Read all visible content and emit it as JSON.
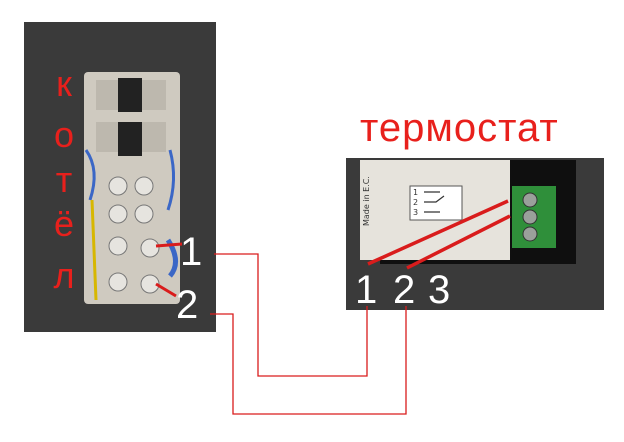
{
  "boiler": {
    "label_letters": [
      "к",
      "о",
      "т",
      "ё",
      "л"
    ],
    "terminal_1": "1",
    "terminal_2": "2"
  },
  "thermostat": {
    "title": "термостат",
    "terminals": [
      "1",
      "2",
      "3"
    ],
    "made_in_text": "Made in E.C.",
    "relay_pins": [
      "1",
      "2",
      "3"
    ]
  },
  "colors": {
    "label_red": "#e8201c",
    "wire_red": "#d91c1c",
    "panel_dark": "#3a3a3a",
    "terminal_green": "#2f8f3a"
  }
}
